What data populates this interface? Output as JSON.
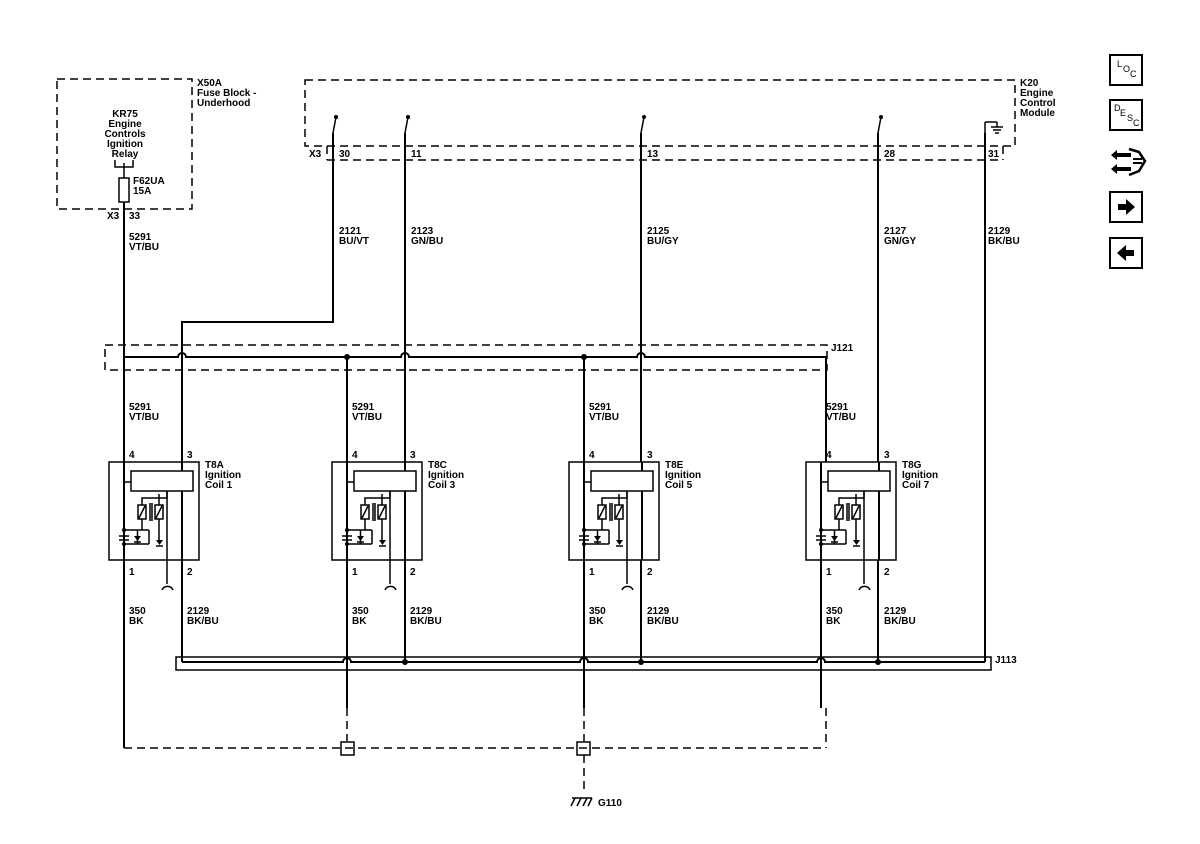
{
  "modules": {
    "fuse_block": {
      "ref": "X50A",
      "name_lines": [
        "Fuse Block -",
        "Underhood"
      ]
    },
    "relay": {
      "name_lines": [
        "KR75",
        "Engine",
        "Controls",
        "Ignition",
        "Relay"
      ]
    },
    "fuse": {
      "ref": "F62UA",
      "rating": "15A"
    },
    "fuse_connector": {
      "conn": "X3",
      "pin": "33"
    },
    "ecm": {
      "ref": "K20",
      "name_lines": [
        "Engine",
        "Control",
        "Module"
      ],
      "conn": "X3"
    }
  },
  "ecm_pins": [
    {
      "pin": "30",
      "circuit": "2121",
      "color": "BU/VT"
    },
    {
      "pin": "11",
      "circuit": "2123",
      "color": "GN/BU"
    },
    {
      "pin": "13",
      "circuit": "2125",
      "color": "BU/GY"
    },
    {
      "pin": "28",
      "circuit": "2127",
      "color": "GN/GY"
    },
    {
      "pin": "31",
      "circuit": "2129",
      "color": "BK/BU"
    }
  ],
  "feed": {
    "circuit": "5291",
    "color": "VT/BU"
  },
  "splices": {
    "top": "J121",
    "bottom": "J113"
  },
  "coils": [
    {
      "ref": "T8A",
      "name_lines": [
        "Ignition",
        "Coil 1"
      ],
      "pins": [
        "4",
        "3",
        "1",
        "2"
      ],
      "feed": {
        "circuit": "5291",
        "color": "VT/BU"
      },
      "ground": {
        "circuit": "350",
        "color": "BK"
      },
      "return": {
        "circuit": "2129",
        "color": "BK/BU"
      }
    },
    {
      "ref": "T8C",
      "name_lines": [
        "Ignition",
        "Coil 3"
      ],
      "pins": [
        "4",
        "3",
        "1",
        "2"
      ],
      "feed": {
        "circuit": "5291",
        "color": "VT/BU"
      },
      "ground": {
        "circuit": "350",
        "color": "BK"
      },
      "return": {
        "circuit": "2129",
        "color": "BK/BU"
      }
    },
    {
      "ref": "T8E",
      "name_lines": [
        "Ignition",
        "Coil 5"
      ],
      "pins": [
        "4",
        "3",
        "1",
        "2"
      ],
      "feed": {
        "circuit": "5291",
        "color": "VT/BU"
      },
      "ground": {
        "circuit": "350",
        "color": "BK"
      },
      "return": {
        "circuit": "2129",
        "color": "BK/BU"
      }
    },
    {
      "ref": "T8G",
      "name_lines": [
        "Ignition",
        "Coil 7"
      ],
      "pins": [
        "4",
        "3",
        "1",
        "2"
      ],
      "feed": {
        "circuit": "5291",
        "color": "VT/BU"
      },
      "ground": {
        "circuit": "350",
        "color": "BK"
      },
      "return": {
        "circuit": "2129",
        "color": "BK/BU"
      }
    }
  ],
  "ground": {
    "ref": "G110"
  },
  "nav": {
    "loc": [
      "L",
      "O",
      "C"
    ],
    "desc": [
      "D",
      "E",
      "S",
      "C"
    ],
    "icons": [
      "connector-end-view-icon",
      "next-page-arrow-icon",
      "previous-page-arrow-icon"
    ]
  }
}
